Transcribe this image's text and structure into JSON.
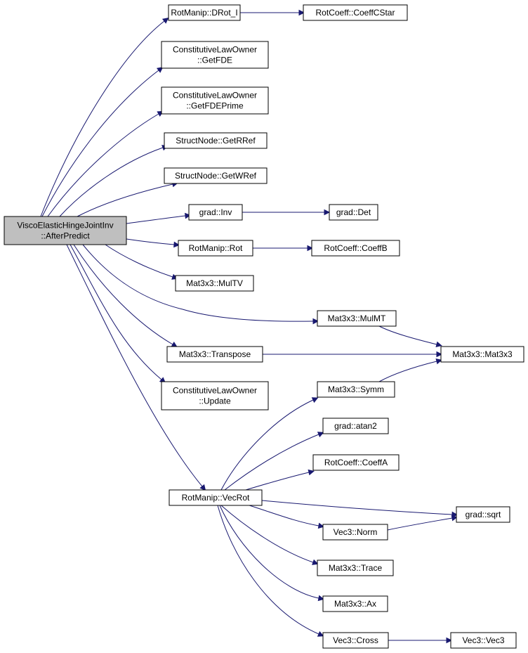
{
  "colors": {
    "edge": "#191970",
    "node_fill": "#ffffff",
    "root_fill": "#bfbfbf",
    "node_border": "#000000"
  },
  "nodes": [
    {
      "id": "root",
      "lines": [
        "ViscoElasticHingeJointInv",
        "::AfterPredict"
      ],
      "root": true
    },
    {
      "id": "drot",
      "lines": [
        "RotManip::DRot_I"
      ]
    },
    {
      "id": "coeffcstar",
      "lines": [
        "RotCoeff::CoeffCStar"
      ]
    },
    {
      "id": "getfde",
      "lines": [
        "ConstitutiveLawOwner",
        "::GetFDE"
      ]
    },
    {
      "id": "getfdeprime",
      "lines": [
        "ConstitutiveLawOwner",
        "::GetFDEPrime"
      ]
    },
    {
      "id": "getrref",
      "lines": [
        "StructNode::GetRRef"
      ]
    },
    {
      "id": "getwref",
      "lines": [
        "StructNode::GetWRef"
      ]
    },
    {
      "id": "inv",
      "lines": [
        "grad::Inv"
      ]
    },
    {
      "id": "det",
      "lines": [
        "grad::Det"
      ]
    },
    {
      "id": "rot",
      "lines": [
        "RotManip::Rot"
      ]
    },
    {
      "id": "coeffb",
      "lines": [
        "RotCoeff::CoeffB"
      ]
    },
    {
      "id": "multv",
      "lines": [
        "Mat3x3::MulTV"
      ]
    },
    {
      "id": "mulmt",
      "lines": [
        "Mat3x3::MulMT"
      ]
    },
    {
      "id": "transpose",
      "lines": [
        "Mat3x3::Transpose"
      ]
    },
    {
      "id": "mat3x3",
      "lines": [
        "Mat3x3::Mat3x3"
      ]
    },
    {
      "id": "update",
      "lines": [
        "ConstitutiveLawOwner",
        "::Update"
      ]
    },
    {
      "id": "symm",
      "lines": [
        "Mat3x3::Symm"
      ]
    },
    {
      "id": "atan2",
      "lines": [
        "grad::atan2"
      ]
    },
    {
      "id": "coeffa",
      "lines": [
        "RotCoeff::CoeffA"
      ]
    },
    {
      "id": "vecrot",
      "lines": [
        "RotManip::VecRot"
      ]
    },
    {
      "id": "sqrt",
      "lines": [
        "grad::sqrt"
      ]
    },
    {
      "id": "norm",
      "lines": [
        "Vec3::Norm"
      ]
    },
    {
      "id": "trace",
      "lines": [
        "Mat3x3::Trace"
      ]
    },
    {
      "id": "ax",
      "lines": [
        "Mat3x3::Ax"
      ]
    },
    {
      "id": "cross",
      "lines": [
        "Vec3::Cross"
      ]
    },
    {
      "id": "vec3",
      "lines": [
        "Vec3::Vec3"
      ]
    }
  ],
  "edges": [
    {
      "from": "root",
      "to": "drot"
    },
    {
      "from": "root",
      "to": "getfde"
    },
    {
      "from": "root",
      "to": "getfdeprime"
    },
    {
      "from": "root",
      "to": "getrref"
    },
    {
      "from": "root",
      "to": "getwref"
    },
    {
      "from": "root",
      "to": "inv"
    },
    {
      "from": "root",
      "to": "rot"
    },
    {
      "from": "root",
      "to": "multv"
    },
    {
      "from": "root",
      "to": "mulmt"
    },
    {
      "from": "root",
      "to": "transpose"
    },
    {
      "from": "root",
      "to": "update"
    },
    {
      "from": "root",
      "to": "vecrot"
    },
    {
      "from": "drot",
      "to": "coeffcstar"
    },
    {
      "from": "inv",
      "to": "det"
    },
    {
      "from": "rot",
      "to": "coeffb"
    },
    {
      "from": "mulmt",
      "to": "mat3x3"
    },
    {
      "from": "transpose",
      "to": "mat3x3"
    },
    {
      "from": "symm",
      "to": "mat3x3"
    },
    {
      "from": "vecrot",
      "to": "symm"
    },
    {
      "from": "vecrot",
      "to": "atan2"
    },
    {
      "from": "vecrot",
      "to": "coeffa"
    },
    {
      "from": "vecrot",
      "to": "sqrt"
    },
    {
      "from": "vecrot",
      "to": "norm"
    },
    {
      "from": "vecrot",
      "to": "trace"
    },
    {
      "from": "vecrot",
      "to": "ax"
    },
    {
      "from": "vecrot",
      "to": "cross"
    },
    {
      "from": "norm",
      "to": "sqrt"
    },
    {
      "from": "cross",
      "to": "vec3"
    }
  ]
}
